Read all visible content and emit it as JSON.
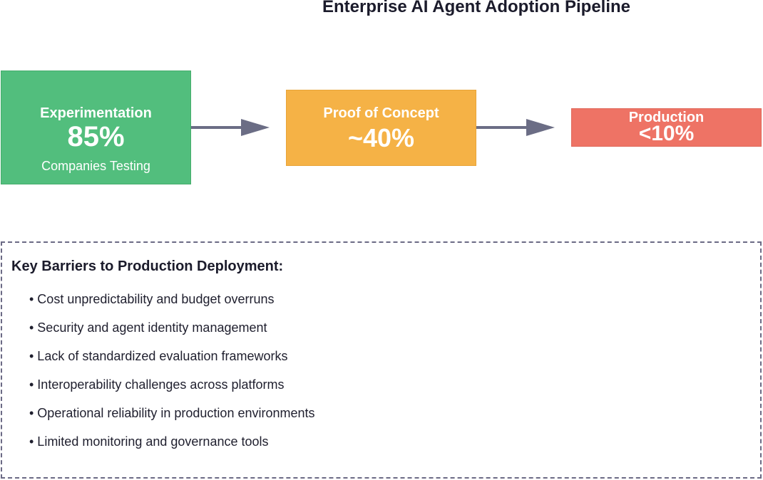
{
  "title": "Enterprise AI Agent Adoption Pipeline",
  "stages": [
    {
      "name": "Experimentation",
      "value": "85%",
      "subtitle": "Companies Testing",
      "color": "#52be7d"
    },
    {
      "name": "Proof of Concept",
      "value": "~40%",
      "color": "#f5b246"
    },
    {
      "name": "Production",
      "value": "<10%",
      "color": "#ee7365"
    }
  ],
  "arrow_color": "#6b6d85",
  "barriers": {
    "heading": "Key Barriers to Production Deployment:",
    "items": [
      "• Cost unpredictability and budget overruns",
      "• Security and agent identity management",
      "• Lack of standardized evaluation frameworks",
      "• Interoperability challenges across platforms",
      "• Operational reliability in production environments",
      "• Limited monitoring and governance tools"
    ]
  }
}
